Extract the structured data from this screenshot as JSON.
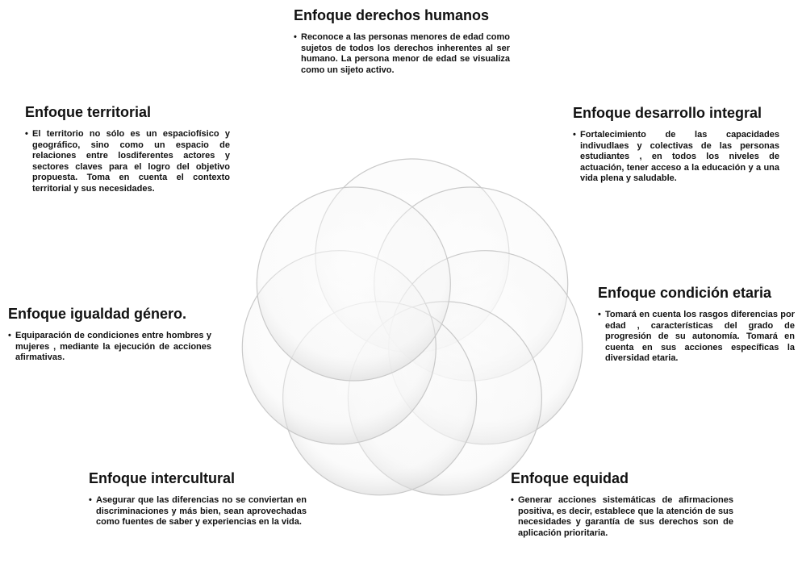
{
  "approaches": [
    {
      "key": "derechos",
      "title": "Enfoque derechos humanos",
      "description": "Reconoce a las personas menores de edad como sujetos de todos los derechos inherentes al ser humano. La persona menor de edad se visualiza como un sijeto activo."
    },
    {
      "key": "territorial",
      "title": "Enfoque territorial",
      "description": "El territorio no sólo es un espaciofísico y geográfico, sino como un espacio de relaciones entre losdiferentes actores y sectores claves para el logro del objetivo propuesta. Toma en cuenta el contexto territorial y sus necesidades."
    },
    {
      "key": "desarrollo",
      "title": "Enfoque desarrollo integral",
      "description": "Fortalecimiento de las capacidades indivudlaes y colectivas de las personas estudiantes , en todos los niveles de actuación, tener acceso a la educación y a una vida plena y saludable."
    },
    {
      "key": "genero",
      "title": "Enfoque igualdad género.",
      "description": "Equiparación de condiciones entre hombres y mujeres , mediante la ejecución de acciones afirmativas."
    },
    {
      "key": "etaria",
      "title": "Enfoque condición etaria",
      "description": "Tomará en cuenta los rasgos diferencias por edad , características del grado de progresión de su autonomía. Tomará en cuenta en sus acciones específicas la diversidad etaria."
    },
    {
      "key": "intercultural",
      "title": "Enfoque intercultural",
      "description": "Asegurar que las diferencias no se conviertan en discriminaciones y más bien, sean aprovechadas como fuentes de saber y experiencias en la vida."
    },
    {
      "key": "equidad",
      "title": "Enfoque equidad",
      "description": "Generar acciones sistemáticas de afirmaciones positiva, es decir, establece que la atención de sus necesidades y garantía de sus derechos son de aplicación prioritaria."
    }
  ],
  "bullet": "•"
}
